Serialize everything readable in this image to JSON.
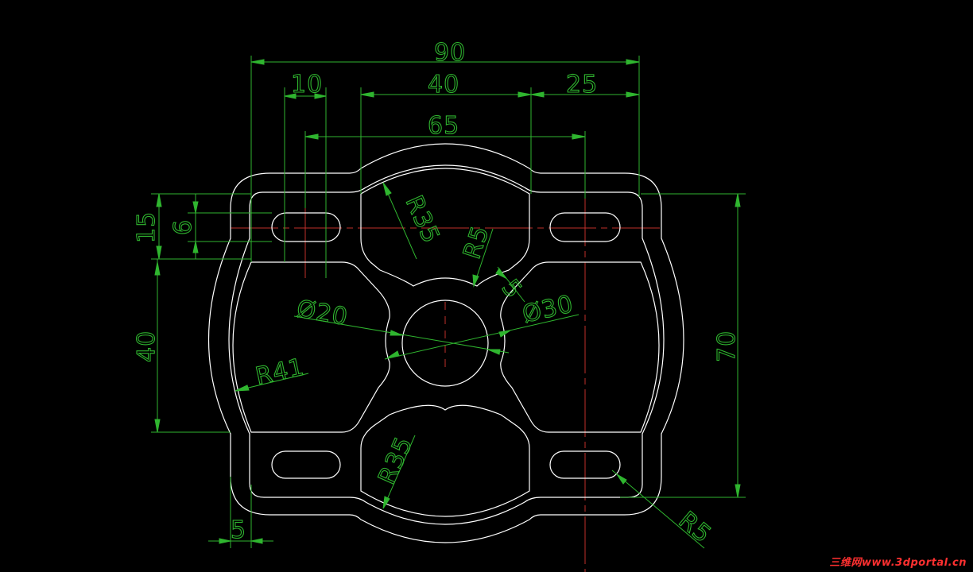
{
  "colors": {
    "background": "#000000",
    "outline": "#ffffff",
    "dimension": "#2fb52f",
    "centerline": "#c0302a",
    "watermark": "#ff3030"
  },
  "dimensions": {
    "d90": "90",
    "d10": "10",
    "d40_top": "40",
    "d25": "25",
    "d65": "65",
    "d15": "15",
    "d6": "6",
    "d40_left": "40",
    "d70": "70",
    "d5_bottom": "5",
    "r35_top": "R35",
    "r5_mid": "R5",
    "d5_mid": "5",
    "dia20": "Ø20",
    "dia30": "Ø30",
    "r41": "R41",
    "r35_bottom": "R35",
    "r5_corner": "R5"
  },
  "watermark": {
    "text": "三维网www.3dportal.cn"
  }
}
